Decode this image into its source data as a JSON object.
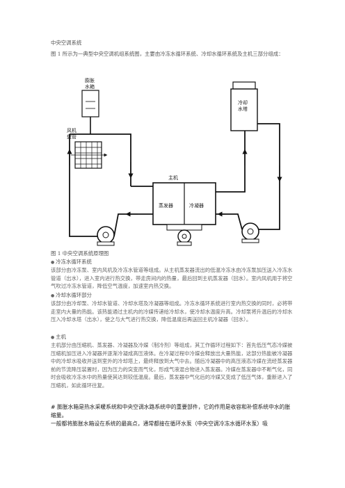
{
  "doc": {
    "title": "中央空调系统",
    "intro": "图 1 所示为一典型中央空调机组系统图，主要由冷冻水循环系统、冷却水循环系统及主机三部分组成：",
    "figure_caption": "图 1  中央空调系统原理图",
    "sections": [
      {
        "heading": "冷冻水循环系统",
        "body": "该部分由冷冻泵、室内风机及冷冻水管道等组成。从主机蒸发器流出的低温冷冻水由冷冻泵加压送入冷冻水管道（出水），进入室内进行热交换，带走房间内的热量，最后回到主机蒸发器（回水）。室内风机用于将空气吹过冷冻水管道，降低空气温度，加速室内热交换。"
      },
      {
        "heading": "冷却水循环部分",
        "body": "该部分由冷却泵、冷却水管道、冷却水塔及冷凝器等组成。冷冻水循环系统进行室内热交换的同时，必将带走室内大量的热能。该热能通过主机内的冷媒传递给冷却水，使冷却水温度升高。冷却泵将升温后的冷却水压入冷却水塔（出水），使之与大气进行热交换，降低温度后再送回主机冷凝器（回水）。"
      },
      {
        "heading": "主机",
        "body": "主机部分由压缩机、蒸发器、冷凝器及冷媒（制冷剂）等组成，其工作循环过程如下：首先低压气态冷媒被压缩机加压进入冷凝器并逐渐冷凝成高压液体。在冷凝过程中冷媒会释放出大量热能，这部分热能被冷凝器中的冷却水吸收并送到室外的冷却塔上，最终释放到大气中去。随后冷凝器中的高压液态冷媒在流经蒸发器前的节流降压装置时，因为压力的突变而气化，形成气液混合物进入蒸发器。冷媒在蒸发器中不断气化，同时会吸收冷冻水中的热量使其达到较低温度。最后，蒸发器中气化后的冷媒又变成了低压气体，重新进入了压缩机，如此循环往复。"
      }
    ],
    "bold_paragraphs": [
      "# 膨胀水箱是热水采暖系统和中央空调水路系统中的重要部件，它的作用是收容和补偿系统中水的胀缩量。",
      "一般都将膨胀水箱设在系统的最高点，通常都接在循环水泵（中央空调冷冻水循环水泵）吸"
    ]
  },
  "diagram": {
    "expansion_tank_label": [
      "膨胀",
      "水箱"
    ],
    "cooling_tower_label": [
      "冷却",
      "水塔"
    ],
    "fan_coil_label": [
      "风机",
      "盘管"
    ],
    "main_unit_label": "主机",
    "evaporator_label": "蒸发器",
    "condenser_label": "冷凝器"
  }
}
